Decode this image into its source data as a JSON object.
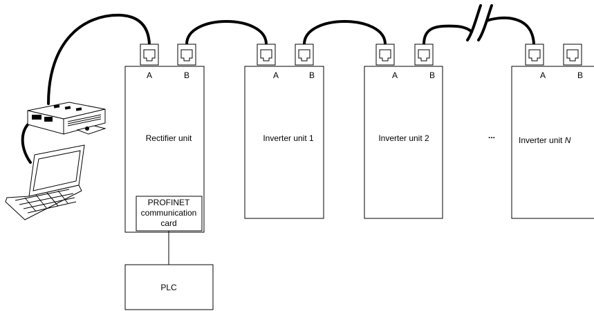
{
  "units": {
    "rectifier": {
      "label": "Rectifier unit",
      "port_a": "A",
      "port_b": "B"
    },
    "inverter1": {
      "label": "Inverter unit 1",
      "port_a": "A",
      "port_b": "B"
    },
    "inverter2": {
      "label": "Inverter unit 2",
      "port_a": "A",
      "port_b": "B"
    },
    "inverterN": {
      "label_prefix": "Inverter unit ",
      "label_var": "N",
      "port_a": "A",
      "port_b": "B"
    }
  },
  "ellipsis": "...",
  "profinet_card": {
    "line1": "PROFINET",
    "line2": "communication",
    "line3": "card"
  },
  "plc": {
    "label": "PLC"
  }
}
